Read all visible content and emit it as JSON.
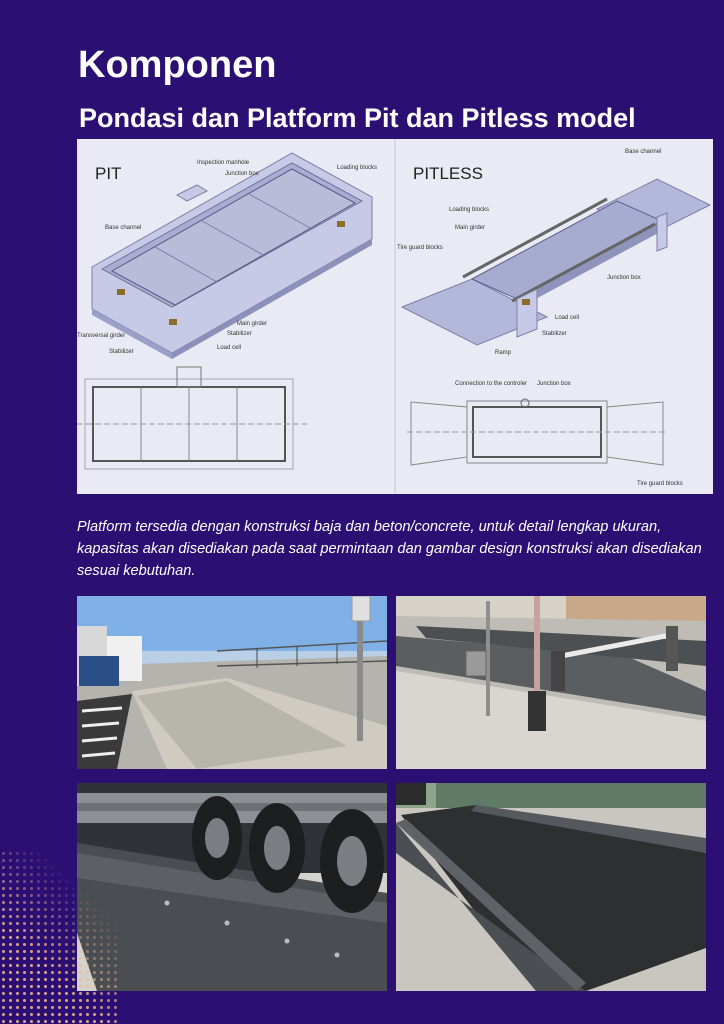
{
  "page": {
    "title": "Komponen",
    "subtitle": "Pondasi dan Platform Pit dan Pitless model",
    "description": "Platform  tersedia dengan konstruksi baja dan beton/concrete, untuk detail lengkap ukuran, kapasitas akan disediakan pada saat permintaan dan gambar design konstruksi akan disediakan sesuai kebutuhan."
  },
  "diagram": {
    "pit_heading": "PIT",
    "pitless_heading": "PITLESS",
    "pit_labels": {
      "inspection_manhole": "Inspection manhole",
      "junction_box": "Junction box",
      "loading_blocks": "Loading blocks",
      "base_channel": "Base channel",
      "main_girder": "Main girder",
      "transversal_girder": "Transversal girder",
      "stabilizer_1": "Stabilizer",
      "stabilizer_2": "Stabilizer",
      "load_cell": "Load cell"
    },
    "pitless_labels": {
      "base_channel": "Base channel",
      "loading_blocks": "Loading blocks",
      "main_girder": "Main girder",
      "tire_guard_blocks": "Tire guard blocks",
      "junction_box": "Junction box",
      "load_cell": "Load cell",
      "stabilizer": "Stabilizer",
      "ramp": "Ramp",
      "connection": "Connection to the controler",
      "junction_box_2": "Junction box",
      "tire_guard_blocks_2": "Tire guard blocks"
    }
  },
  "colors": {
    "background": "#2b0f73",
    "diagram_bg": "#e9eaf4",
    "accent_dots": "#f4b98f"
  }
}
